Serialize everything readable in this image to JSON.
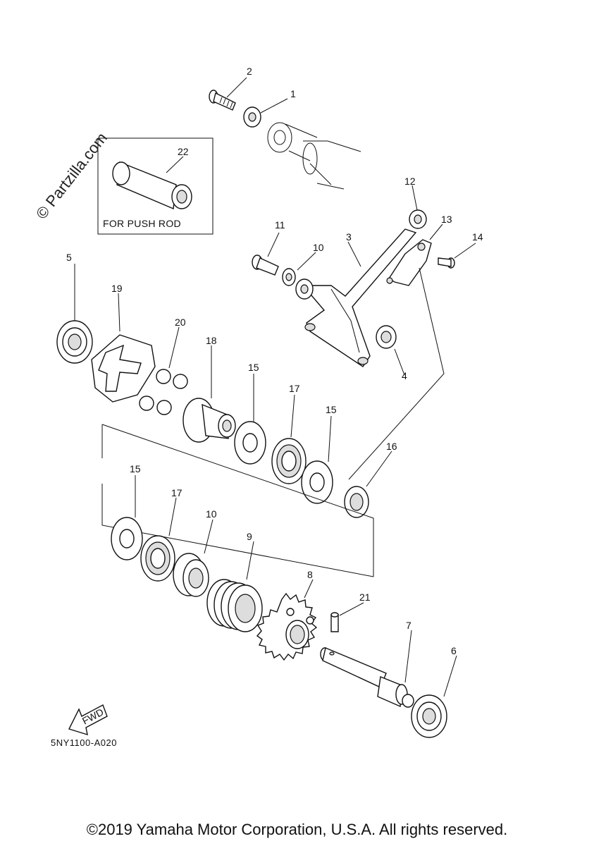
{
  "diagram": {
    "inset_label": "FOR PUSH ROD",
    "watermark": "© Partzilla.com",
    "reference_code": "5NY1100-A020",
    "fwd_label": "FWD",
    "copyright": "©2019 Yamaha Motor Corporation, U.S.A. All rights reserved.",
    "callouts": [
      "1",
      "2",
      "3",
      "4",
      "5",
      "6",
      "7",
      "8",
      "9",
      "10",
      "10",
      "11",
      "12",
      "13",
      "14",
      "15",
      "15",
      "15",
      "16",
      "17",
      "17",
      "18",
      "19",
      "20",
      "21",
      "22"
    ]
  }
}
